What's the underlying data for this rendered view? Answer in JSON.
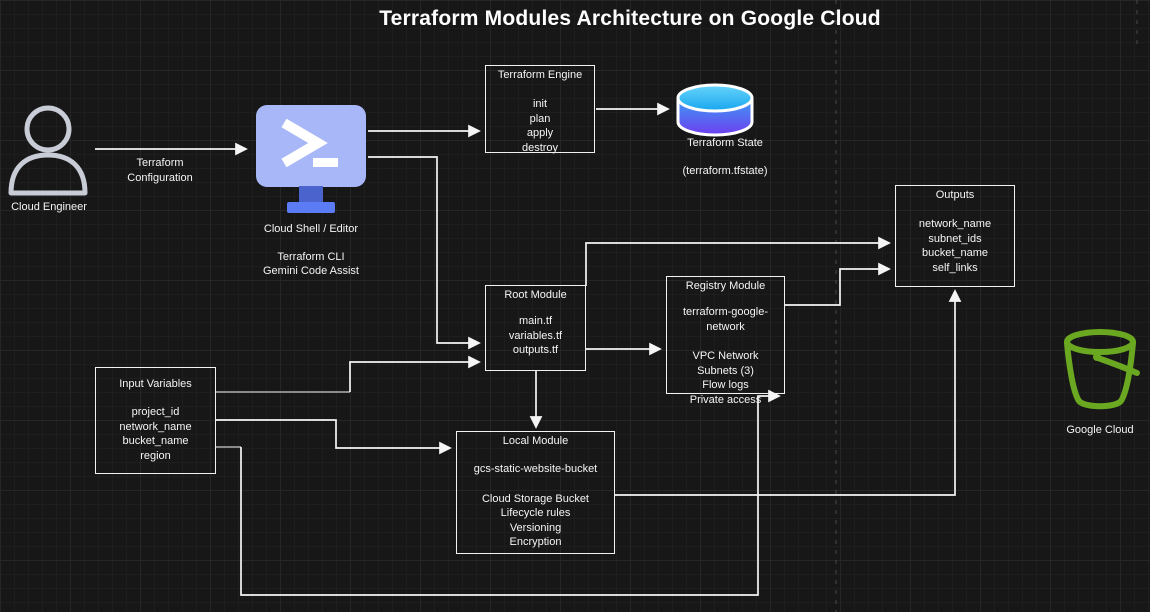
{
  "title": "Terraform Modules Architecture on Google Cloud",
  "actors": {
    "engineer": {
      "label": "Cloud Engineer"
    },
    "engineer_arrow_label": "Terraform Configuration",
    "shell": {
      "label": "Cloud Shell / Editor",
      "sub1": "Terraform CLI",
      "sub2": "Gemini Code Assist"
    },
    "state": {
      "label": "Terraform State",
      "sub": "(terraform.tfstate)"
    },
    "gcp": {
      "label": "Google Cloud"
    }
  },
  "boxes": {
    "engine": {
      "title": "Terraform Engine",
      "items": [
        "init",
        "plan",
        "apply",
        "destroy"
      ]
    },
    "root": {
      "title": "Root Module",
      "items": [
        "main.tf",
        "variables.tf",
        "outputs.tf"
      ]
    },
    "registry": {
      "title": "Registry Module",
      "name": "terraform-google-network",
      "features": [
        "VPC Network",
        "Subnets (3)",
        "Flow logs",
        "Private access"
      ]
    },
    "outputs": {
      "title": "Outputs",
      "items": [
        "network_name",
        "subnet_ids",
        "bucket_name",
        "self_links"
      ]
    },
    "inputs": {
      "title": "Input Variables",
      "items": [
        "project_id",
        "network_name",
        "bucket_name",
        "region"
      ]
    },
    "local": {
      "title": "Local Module",
      "name": "gcs-static-website-bucket",
      "features": [
        "Cloud Storage Bucket",
        "Lifecycle rules",
        "Versioning",
        "Encryption"
      ]
    }
  },
  "icons": {
    "engineer_icon": "person-outline",
    "shell_icon": "terminal-monitor",
    "state_icon": "database-cylinder",
    "gcp_icon": "bucket"
  },
  "colors": {
    "background": "#171717",
    "line": "#f5f5f5",
    "line_dim": "#9b9b9b",
    "box_border": "#f2f2f2",
    "person": "#c7ccd6",
    "monitor_body": "#a7b7f7",
    "monitor_stand": "#4b63cc",
    "monitor_base": "#5b7cf5",
    "cylinder_top": "#4fc8f7",
    "cylinder_body_top": "#3d9df3",
    "cylinder_body_bottom": "#6d3ef0",
    "bucket_green": "#6aa821",
    "dashed_guide": "#4a4a4a"
  }
}
